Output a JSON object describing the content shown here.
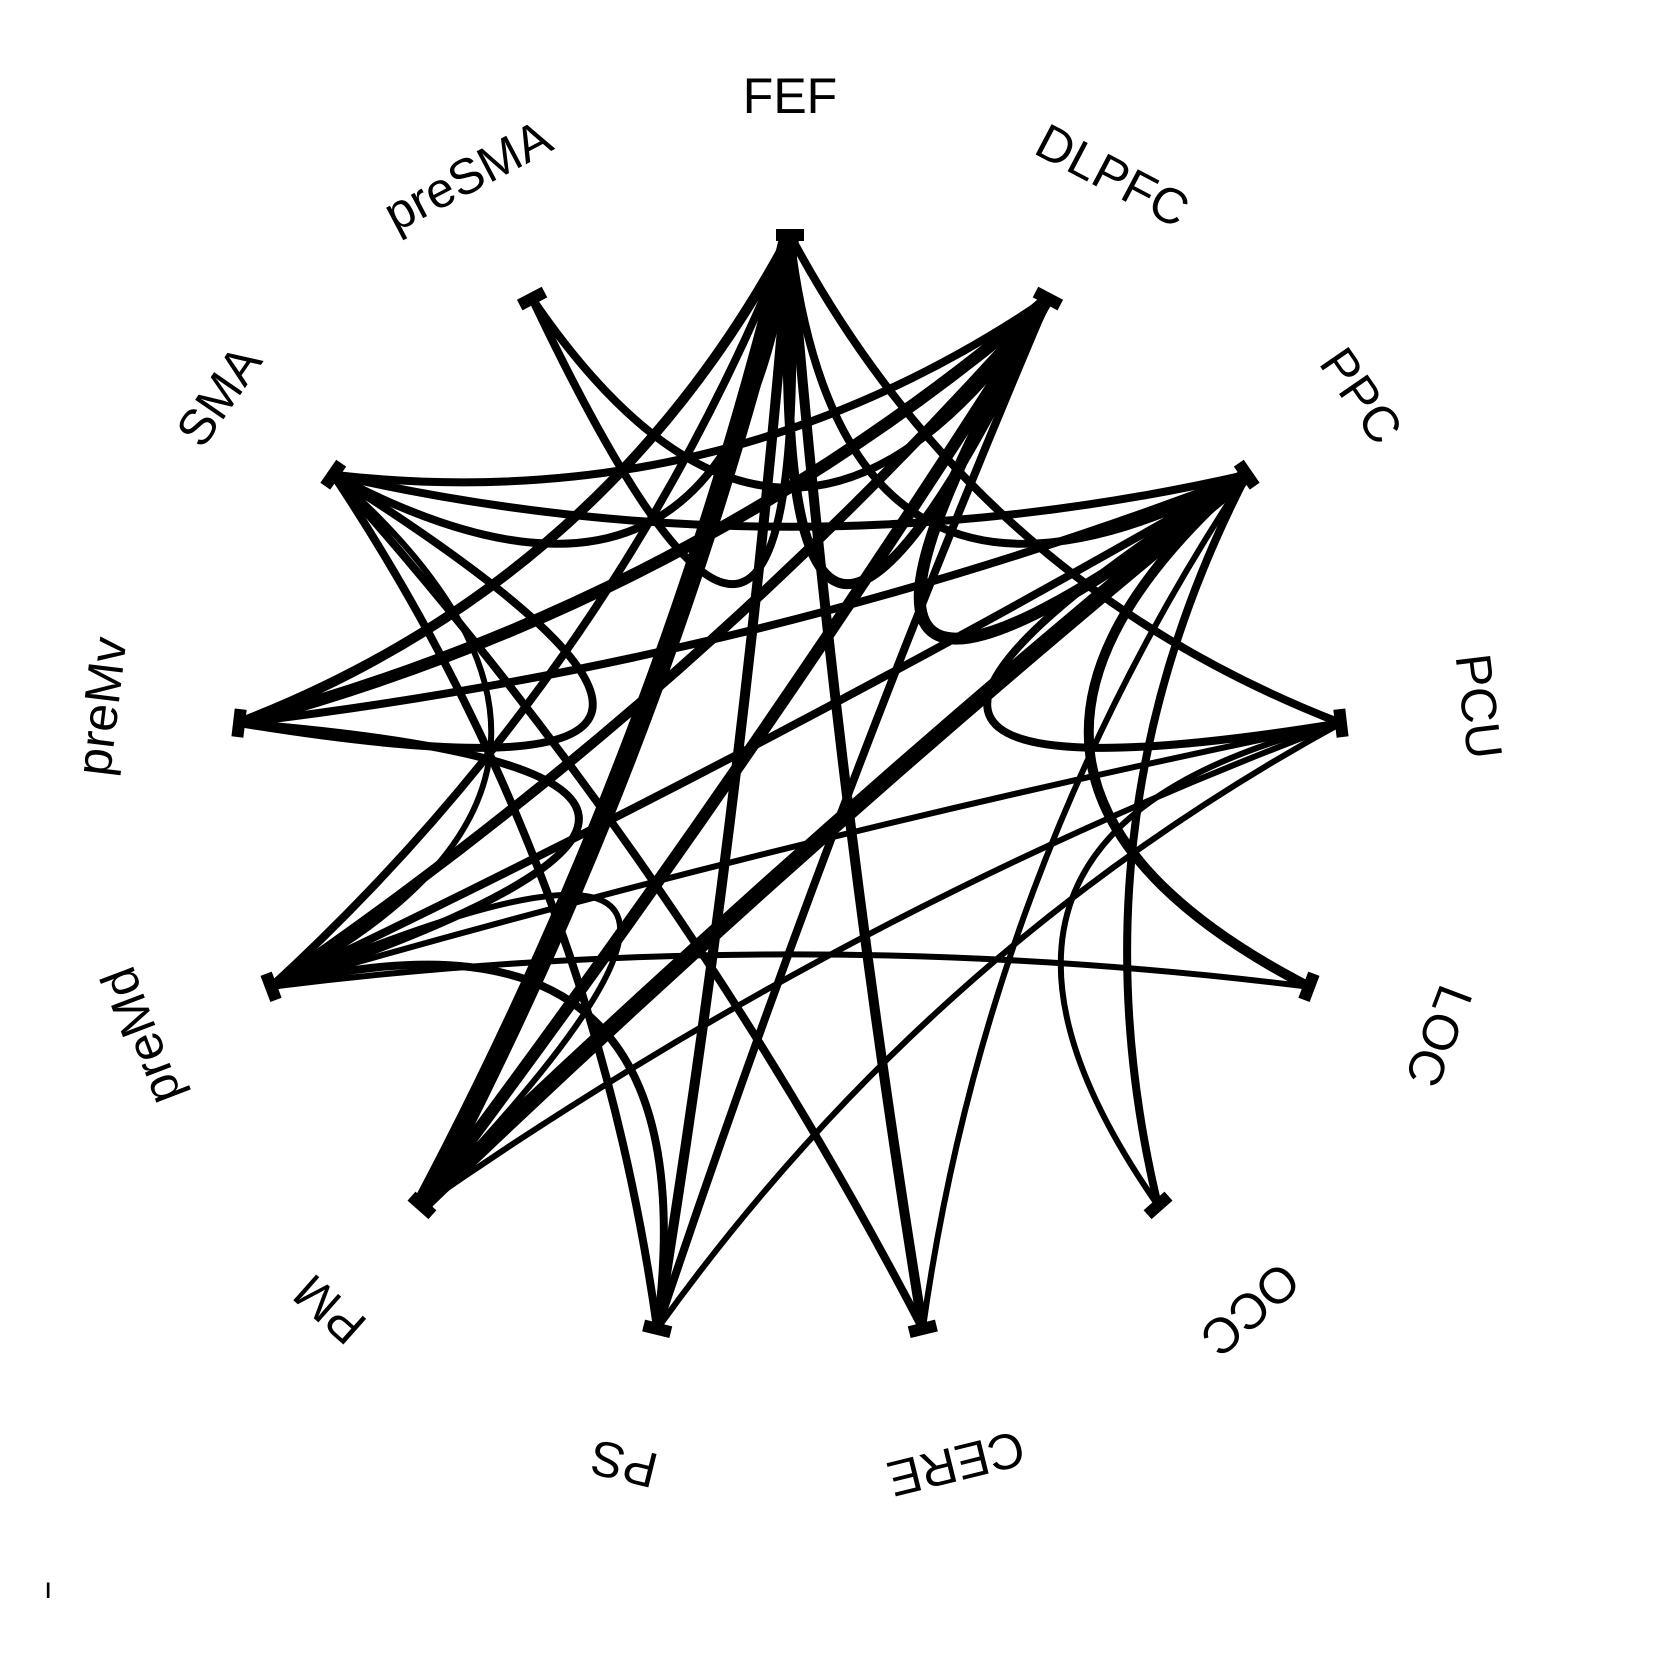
{
  "diagram": {
    "type": "connectogram",
    "line_color": "#000000",
    "background": "#ffffff",
    "nodes": [
      {
        "id": "FEF",
        "label": "FEF"
      },
      {
        "id": "DLPFC",
        "label": "DLPFC"
      },
      {
        "id": "PPC",
        "label": "PPC"
      },
      {
        "id": "PCU",
        "label": "PCU"
      },
      {
        "id": "LOC",
        "label": "LOC"
      },
      {
        "id": "OCC",
        "label": "OCC"
      },
      {
        "id": "CERE",
        "label": "CERE"
      },
      {
        "id": "PS",
        "label": "PS"
      },
      {
        "id": "PM",
        "label": "PM"
      },
      {
        "id": "preMd",
        "label": "preMd"
      },
      {
        "id": "preMv",
        "label": "preMv"
      },
      {
        "id": "SMA",
        "label": "SMA"
      },
      {
        "id": "preSMA",
        "label": "preSMA"
      }
    ],
    "edges": [
      {
        "from": "FEF",
        "to": "DLPFC",
        "weight": 5
      },
      {
        "from": "FEF",
        "to": "preSMA",
        "weight": 4
      },
      {
        "from": "FEF",
        "to": "PPC",
        "weight": 4
      },
      {
        "from": "FEF",
        "to": "SMA",
        "weight": 4
      },
      {
        "from": "FEF",
        "to": "preMv",
        "weight": 5
      },
      {
        "from": "FEF",
        "to": "preMd",
        "weight": 4
      },
      {
        "from": "FEF",
        "to": "PM",
        "weight": 10
      },
      {
        "from": "FEF",
        "to": "PS",
        "weight": 5
      },
      {
        "from": "FEF",
        "to": "CERE",
        "weight": 5
      },
      {
        "from": "FEF",
        "to": "PCU",
        "weight": 4
      },
      {
        "from": "DLPFC",
        "to": "preSMA",
        "weight": 4
      },
      {
        "from": "DLPFC",
        "to": "PPC",
        "weight": 6
      },
      {
        "from": "DLPFC",
        "to": "SMA",
        "weight": 4
      },
      {
        "from": "DLPFC",
        "to": "preMv",
        "weight": 6
      },
      {
        "from": "DLPFC",
        "to": "preMd",
        "weight": 5
      },
      {
        "from": "DLPFC",
        "to": "PM",
        "weight": 6
      },
      {
        "from": "DLPFC",
        "to": "PS",
        "weight": 4
      },
      {
        "from": "PPC",
        "to": "SMA",
        "weight": 4
      },
      {
        "from": "PPC",
        "to": "preMv",
        "weight": 4
      },
      {
        "from": "PPC",
        "to": "preMd",
        "weight": 4
      },
      {
        "from": "PPC",
        "to": "PM",
        "weight": 8
      },
      {
        "from": "PPC",
        "to": "PCU",
        "weight": 4
      },
      {
        "from": "PPC",
        "to": "LOC",
        "weight": 5
      },
      {
        "from": "PPC",
        "to": "OCC",
        "weight": 4
      },
      {
        "from": "PPC",
        "to": "CERE",
        "weight": 3
      },
      {
        "from": "PCU",
        "to": "preMd",
        "weight": 3
      },
      {
        "from": "PCU",
        "to": "PM",
        "weight": 3
      },
      {
        "from": "PCU",
        "to": "OCC",
        "weight": 3
      },
      {
        "from": "PCU",
        "to": "PS",
        "weight": 3
      },
      {
        "from": "LOC",
        "to": "preMd",
        "weight": 3
      },
      {
        "from": "SMA",
        "to": "preMv",
        "weight": 4
      },
      {
        "from": "SMA",
        "to": "preMd",
        "weight": 3
      },
      {
        "from": "SMA",
        "to": "PS",
        "weight": 4
      },
      {
        "from": "SMA",
        "to": "CERE",
        "weight": 4
      },
      {
        "from": "preMv",
        "to": "preMd",
        "weight": 4
      },
      {
        "from": "preMd",
        "to": "PM",
        "weight": 3
      },
      {
        "from": "preMd",
        "to": "PS",
        "weight": 4
      }
    ]
  },
  "footer_mark": "ı"
}
